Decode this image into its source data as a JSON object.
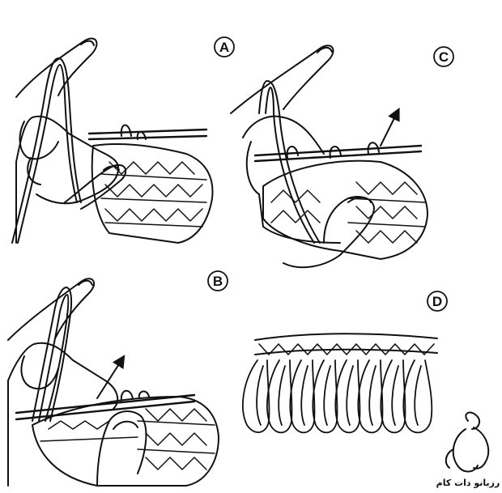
{
  "panels": [
    {
      "id": "A",
      "label": "A"
    },
    {
      "id": "B",
      "label": "B"
    },
    {
      "id": "C",
      "label": "C"
    },
    {
      "id": "D",
      "label": "D"
    }
  ],
  "watermark": {
    "text": "رزبانو دات کام"
  }
}
